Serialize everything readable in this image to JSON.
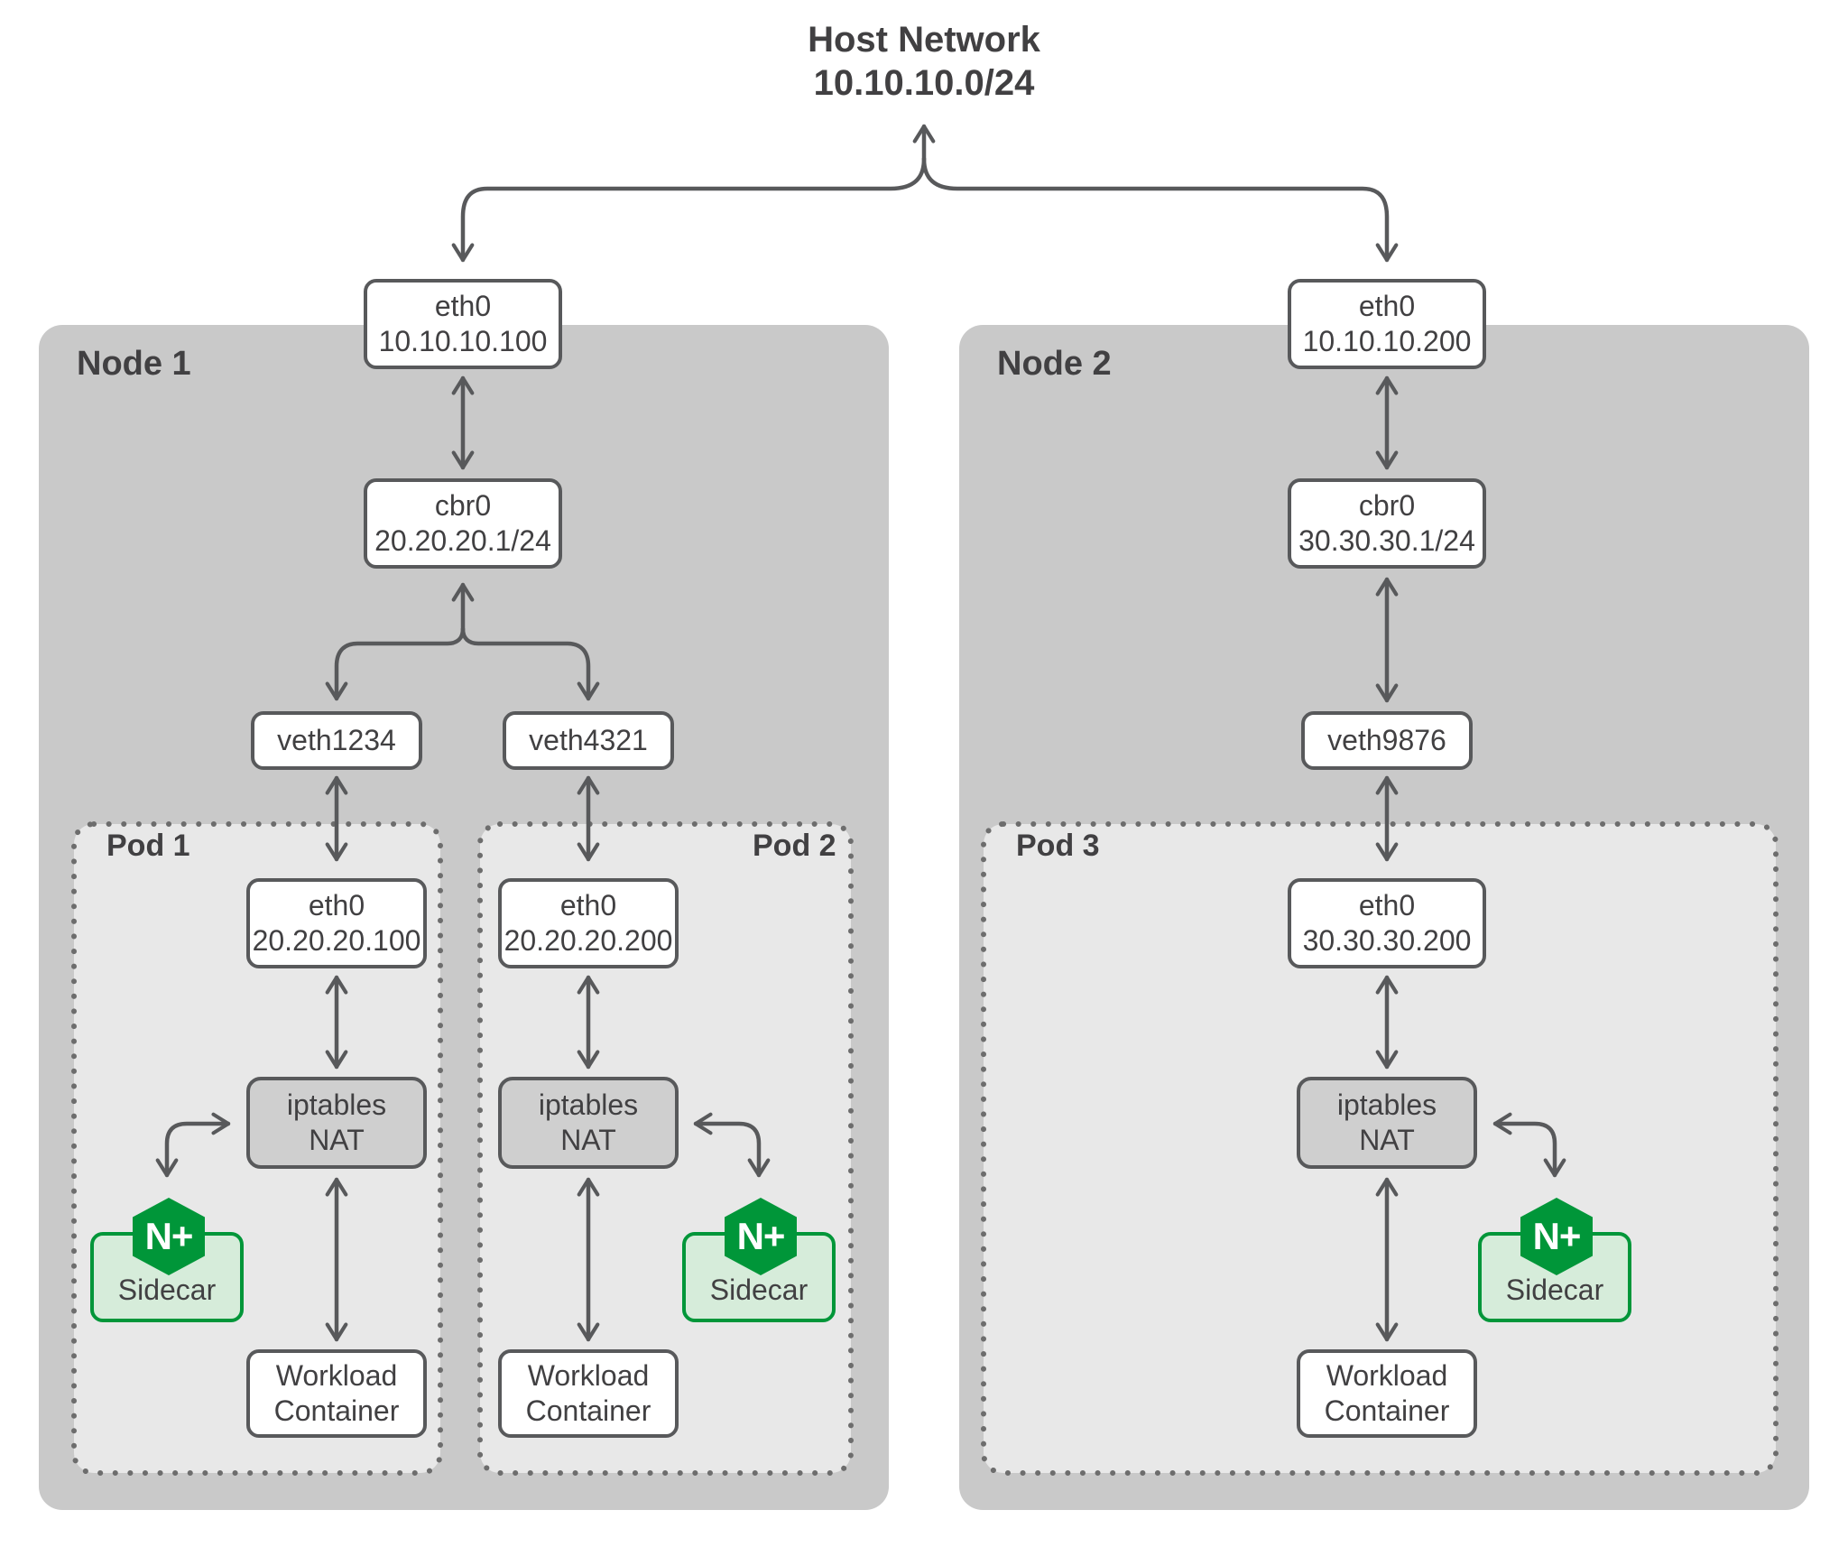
{
  "title": {
    "line1": "Host Network",
    "line2": "10.10.10.0/24"
  },
  "node1": {
    "label": "Node 1",
    "eth0": {
      "line1": "eth0",
      "line2": "10.10.10.100"
    },
    "cbr0": {
      "line1": "cbr0",
      "line2": "20.20.20.1/24"
    },
    "veth1": "veth1234",
    "veth2": "veth4321",
    "pods": [
      {
        "label": "Pod 1",
        "eth0": {
          "line1": "eth0",
          "line2": "20.20.20.100"
        },
        "iptables": {
          "line1": "iptables",
          "line2": "NAT"
        },
        "sidecar": {
          "badge": "N+",
          "label": "Sidecar"
        },
        "workload": {
          "line1": "Workload",
          "line2": "Container"
        }
      },
      {
        "label": "Pod 2",
        "eth0": {
          "line1": "eth0",
          "line2": "20.20.20.200"
        },
        "iptables": {
          "line1": "iptables",
          "line2": "NAT"
        },
        "sidecar": {
          "badge": "N+",
          "label": "Sidecar"
        },
        "workload": {
          "line1": "Workload",
          "line2": "Container"
        }
      }
    ]
  },
  "node2": {
    "label": "Node 2",
    "eth0": {
      "line1": "eth0",
      "line2": "10.10.10.200"
    },
    "cbr0": {
      "line1": "cbr0",
      "line2": "30.30.30.1/24"
    },
    "veth1": "veth9876",
    "pods": [
      {
        "label": "Pod 3",
        "eth0": {
          "line1": "eth0",
          "line2": "30.30.30.200"
        },
        "iptables": {
          "line1": "iptables",
          "line2": "NAT"
        },
        "sidecar": {
          "badge": "N+",
          "label": "Sidecar"
        },
        "workload": {
          "line1": "Workload",
          "line2": "Container"
        }
      }
    ]
  },
  "colors": {
    "nginx_green": "#009639",
    "sidecar_fill": "#d6ecda",
    "node_fill": "#c9c9c9",
    "pod_fill": "#e8e8e8",
    "nat_fill": "#cfcfcf",
    "box_border": "#58595b",
    "connector": "#58595b",
    "pod_dot_border": "#6d6d6d",
    "text": "#414042"
  }
}
